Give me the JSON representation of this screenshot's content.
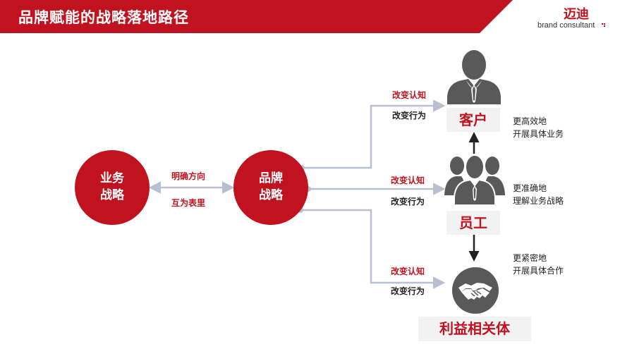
{
  "header": {
    "title": "品牌赋能的战略落地路径",
    "logo_cn": "迈迪",
    "logo_en": "brand consultant",
    "banner_color": "#c0121f"
  },
  "nodes": {
    "business": {
      "line1": "业务",
      "line2": "战略"
    },
    "brand": {
      "line1": "品牌",
      "line2": "战略"
    }
  },
  "link_main": {
    "top": "明确方向",
    "bottom": "互为表里"
  },
  "branches": [
    {
      "top": "改变认知",
      "bottom": "改变行为"
    },
    {
      "top": "改变认知",
      "bottom": "改变行为"
    },
    {
      "top": "改变认知",
      "bottom": "改变行为"
    }
  ],
  "stakeholders": [
    {
      "label": "客户",
      "icon": "customer-icon",
      "desc_line1": "更高效地",
      "desc_line2": "开展具体业务"
    },
    {
      "label": "员工",
      "icon": "employees-icon",
      "desc_line1": "更准确地",
      "desc_line2": "理解业务战略"
    },
    {
      "label": "利益相关体",
      "icon": "handshake-icon",
      "desc_line1": "更紧密地",
      "desc_line2": "开展具体合作"
    }
  ],
  "colors": {
    "accent": "#c0121f",
    "connector": "#b8c0d0",
    "icon": "#595959",
    "label_bg": "#f2f2f2"
  }
}
